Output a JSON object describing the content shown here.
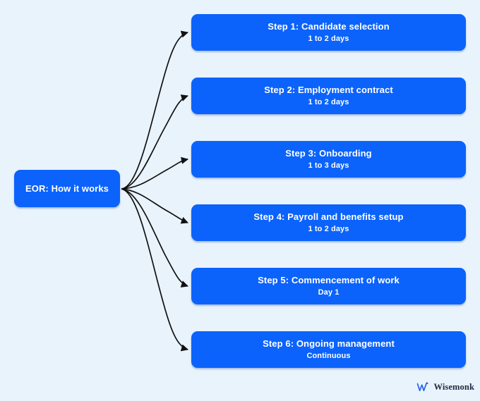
{
  "diagram": {
    "type": "mindmap",
    "background_color": "#e9f3fc",
    "node_color": "#0b63fb",
    "node_text_color": "#ffffff",
    "connector_color": "#111111",
    "root": {
      "label": "EOR: How it works"
    },
    "steps": [
      {
        "title": "Step 1: Candidate selection",
        "duration": "1 to 2 days"
      },
      {
        "title": "Step 2: Employment contract",
        "duration": "1 to 2 days"
      },
      {
        "title": "Step 3: Onboarding",
        "duration": "1 to 3 days"
      },
      {
        "title": "Step 4: Payroll and benefits setup",
        "duration": "1 to 2 days"
      },
      {
        "title": "Step 5: Commencement of work",
        "duration": "Day 1"
      },
      {
        "title": "Step 6: Ongoing management",
        "duration": "Continuous"
      }
    ]
  },
  "watermark": {
    "brand": "Wisemonk",
    "logo_icon": "wisemonk-w-logo-icon",
    "logo_color": "#2563eb"
  }
}
